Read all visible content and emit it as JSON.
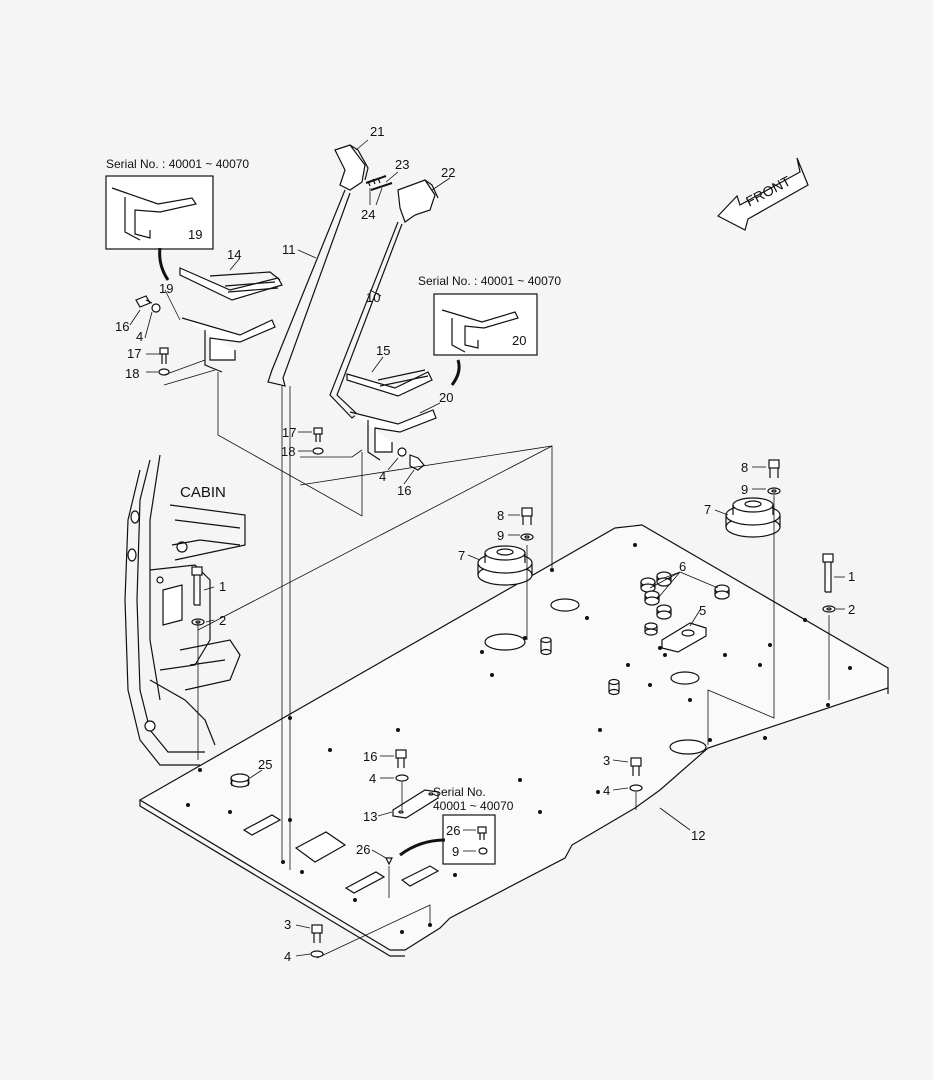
{
  "serial_notes": {
    "upper_left": "Serial No. : 40001 ~ 40070",
    "upper_right": "Serial No. : 40001 ~ 40070",
    "bottom": "Serial No.\n40001 ~ 40070"
  },
  "front_label": "FRONT",
  "cabin_label": "CABIN",
  "callouts": [
    {
      "id": "c21",
      "text": "21"
    },
    {
      "id": "c23",
      "text": "23"
    },
    {
      "id": "c22",
      "text": "22"
    },
    {
      "id": "c24",
      "text": "24"
    },
    {
      "id": "c19a",
      "text": "19"
    },
    {
      "id": "c14",
      "text": "14"
    },
    {
      "id": "c11",
      "text": "11"
    },
    {
      "id": "c19b",
      "text": "19"
    },
    {
      "id": "c16a",
      "text": "16"
    },
    {
      "id": "c4a",
      "text": "4"
    },
    {
      "id": "c17a",
      "text": "17"
    },
    {
      "id": "c18a",
      "text": "18"
    },
    {
      "id": "c10",
      "text": "10"
    },
    {
      "id": "c20a",
      "text": "20"
    },
    {
      "id": "c15",
      "text": "15"
    },
    {
      "id": "c20b",
      "text": "20"
    },
    {
      "id": "c17b",
      "text": "17"
    },
    {
      "id": "c18b",
      "text": "18"
    },
    {
      "id": "c4b",
      "text": "4"
    },
    {
      "id": "c16b",
      "text": "16"
    },
    {
      "id": "c8a",
      "text": "8"
    },
    {
      "id": "c9a",
      "text": "9"
    },
    {
      "id": "c7a",
      "text": "7"
    },
    {
      "id": "c8b",
      "text": "8"
    },
    {
      "id": "c9b",
      "text": "9"
    },
    {
      "id": "c7b",
      "text": "7"
    },
    {
      "id": "c6",
      "text": "6"
    },
    {
      "id": "c5",
      "text": "5"
    },
    {
      "id": "c1a",
      "text": "1"
    },
    {
      "id": "c2a",
      "text": "2"
    },
    {
      "id": "c1b",
      "text": "1"
    },
    {
      "id": "c2b",
      "text": "2"
    },
    {
      "id": "c25",
      "text": "25"
    },
    {
      "id": "c16c",
      "text": "16"
    },
    {
      "id": "c4c",
      "text": "4"
    },
    {
      "id": "c13",
      "text": "13"
    },
    {
      "id": "c26a",
      "text": "26"
    },
    {
      "id": "c26b",
      "text": "26"
    },
    {
      "id": "c9c",
      "text": "9"
    },
    {
      "id": "c3a",
      "text": "3"
    },
    {
      "id": "c4d",
      "text": "4"
    },
    {
      "id": "c12",
      "text": "12"
    },
    {
      "id": "c3b",
      "text": "3"
    },
    {
      "id": "c4e",
      "text": "4"
    }
  ]
}
